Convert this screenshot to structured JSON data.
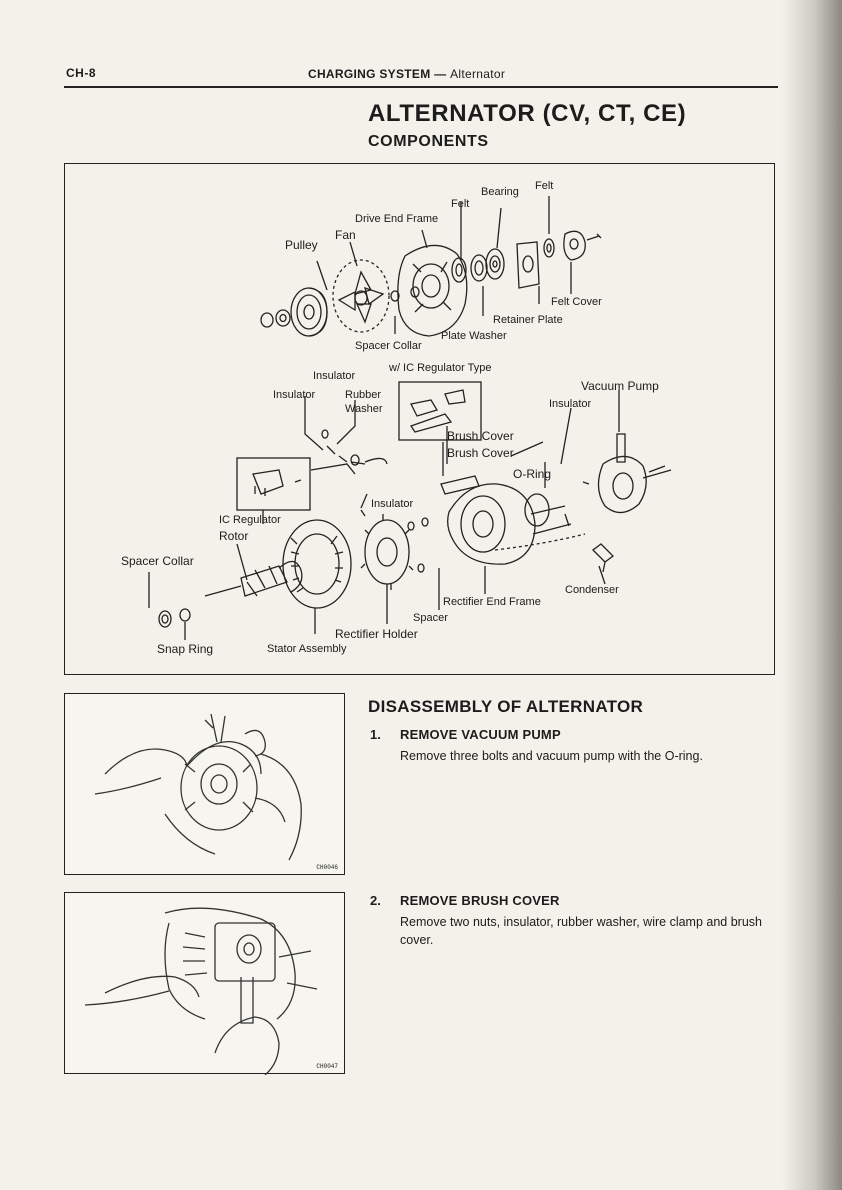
{
  "header": {
    "page_code": "CH-8",
    "section": "CHARGING SYSTEM",
    "separator": "—",
    "subsection": "Alternator"
  },
  "title": "ALTERNATOR (CV, CT, CE)",
  "subtitle": "COMPONENTS",
  "diagram": {
    "labels": {
      "pulley": "Pulley",
      "fan": "Fan",
      "drive_end_frame": "Drive End Frame",
      "felt_1": "Felt",
      "bearing": "Bearing",
      "felt_2": "Felt",
      "felt_cover": "Felt Cover",
      "retainer_plate": "Retainer Plate",
      "plate_washer": "Plate Washer",
      "spacer_collar_top": "Spacer Collar",
      "ic_regulator_type": "w/ IC Regulator Type",
      "insulator_top": "Insulator",
      "insulator_left": "Insulator",
      "rubber_washer": "Rubber\nWasher",
      "vacuum_pump": "Vacuum Pump",
      "insulator_right": "Insulator",
      "brush_cover_1": "Brush Cover",
      "brush_cover_2": "Brush Cover",
      "o_ring": "O-Ring",
      "insulator_mid": "Insulator",
      "ic_regulator": "IC Regulator",
      "rotor": "Rotor",
      "spacer_collar_left": "Spacer Collar",
      "condenser": "Condenser",
      "rectifier_end_frame": "Rectifier End Frame",
      "spacer": "Spacer",
      "rectifier_holder": "Rectifier Holder",
      "snap_ring": "Snap Ring",
      "stator_assembly": "Stator Assembly"
    }
  },
  "disassembly": {
    "title": "DISASSEMBLY OF ALTERNATOR",
    "steps": [
      {
        "number": "1.",
        "title": "REMOVE VACUUM PUMP",
        "body": "Remove three bolts and vacuum pump with the O-ring.",
        "photo_code": "CH0046"
      },
      {
        "number": "2.",
        "title": "REMOVE BRUSH COVER",
        "body": "Remove two nuts, insulator, rubber washer, wire clamp and brush cover.",
        "photo_code": "CH0047"
      }
    ]
  }
}
